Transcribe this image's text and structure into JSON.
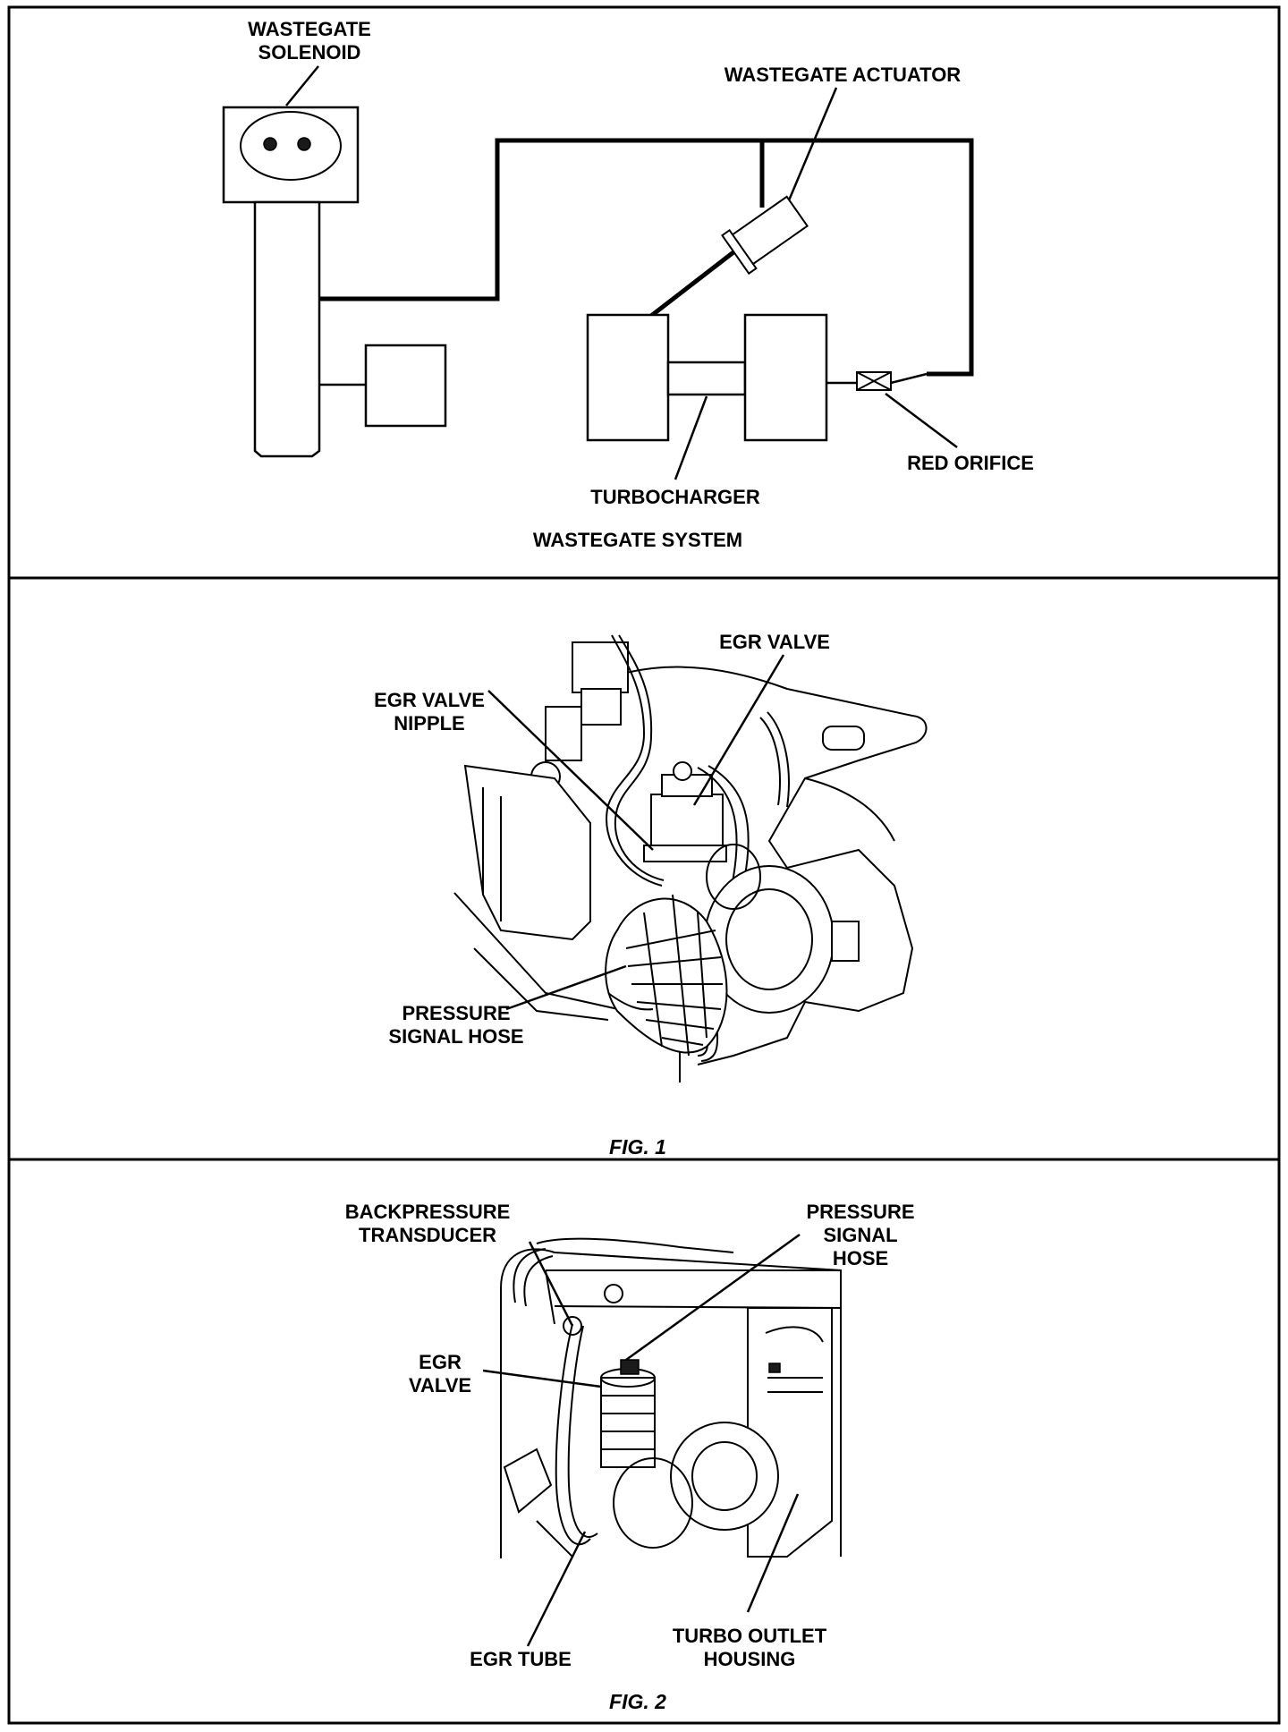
{
  "wastegate_panel": {
    "solenoid_label_1": "WASTEGATE",
    "solenoid_label_2": "SOLENOID",
    "actuator_label": "WASTEGATE ACTUATOR",
    "orifice_label": "RED ORIFICE",
    "turbo_label": "TURBOCHARGER",
    "caption": "WASTEGATE SYSTEM"
  },
  "fig1": {
    "egr_valve_label": "EGR VALVE",
    "nipple_label_1": "EGR VALVE",
    "nipple_label_2": "NIPPLE",
    "hose_label_1": "PRESSURE",
    "hose_label_2": "SIGNAL HOSE",
    "caption": "FIG. 1"
  },
  "fig2": {
    "transducer_label_1": "BACKPRESSURE",
    "transducer_label_2": "TRANSDUCER",
    "hose_label_1": "PRESSURE",
    "hose_label_2": "SIGNAL",
    "hose_label_3": "HOSE",
    "egr_valve_label_1": "EGR",
    "egr_valve_label_2": "VALVE",
    "egr_tube_label": "EGR TUBE",
    "outlet_label_1": "TURBO OUTLET",
    "outlet_label_2": "HOUSING",
    "caption": "FIG. 2"
  }
}
